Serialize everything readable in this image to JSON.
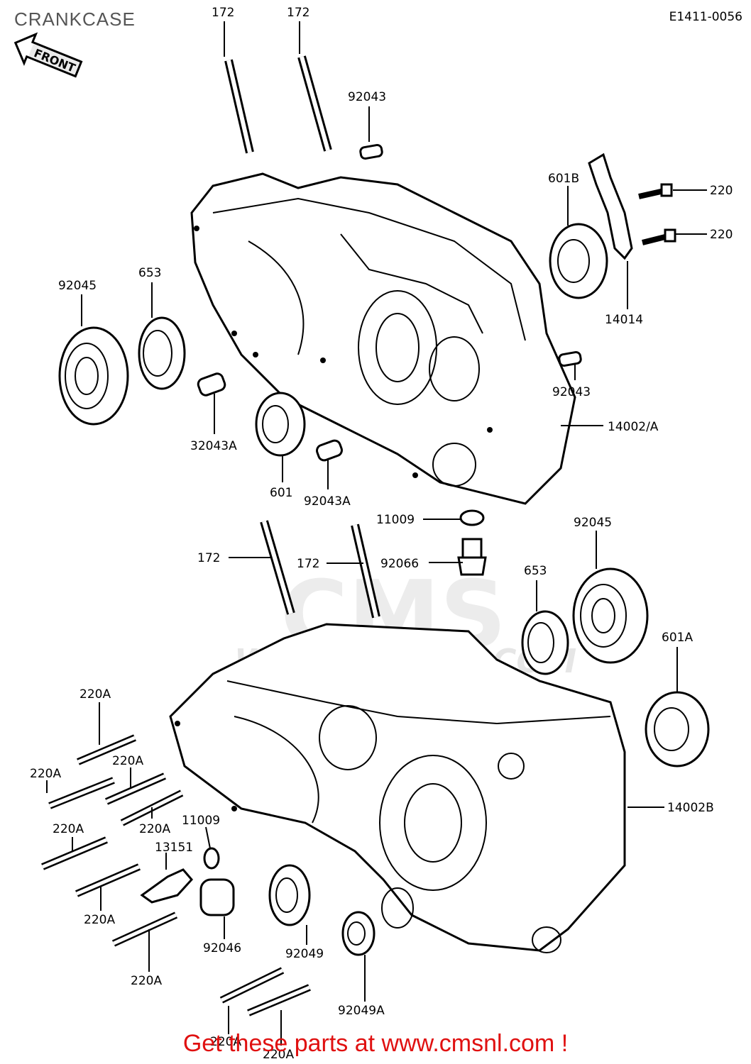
{
  "header": {
    "title": "CRANKCASE",
    "diagram_code": "E1411-0056"
  },
  "front_arrow": {
    "label": "FRONT"
  },
  "watermark": {
    "logo": "CMS",
    "url": "WWW.CMSNL.COM"
  },
  "footer": {
    "text": "Get these parts at www.cmsnl.com !"
  },
  "callouts": {
    "c1": "172",
    "c2": "172",
    "c3": "92043",
    "c4": "601B",
    "c5": "220",
    "c6": "220",
    "c7": "92045",
    "c8": "653",
    "c9": "14014",
    "c10": "92043",
    "c11": "32043A",
    "c12": "14002/A",
    "c13": "601",
    "c14": "92043A",
    "c15": "11009",
    "c16": "92045",
    "c17": "172",
    "c18": "172",
    "c19": "92066",
    "c20": "653",
    "c21": "601A",
    "c22": "220A",
    "c23": "220A",
    "c24": "220A",
    "c25": "220A",
    "c26": "11009",
    "c27": "220A",
    "c28": "13151",
    "c29": "14002B",
    "c30": "220A",
    "c31": "92046",
    "c32": "92049",
    "c33": "220A",
    "c34": "92049A",
    "c35": "220A",
    "c36": "220A"
  }
}
